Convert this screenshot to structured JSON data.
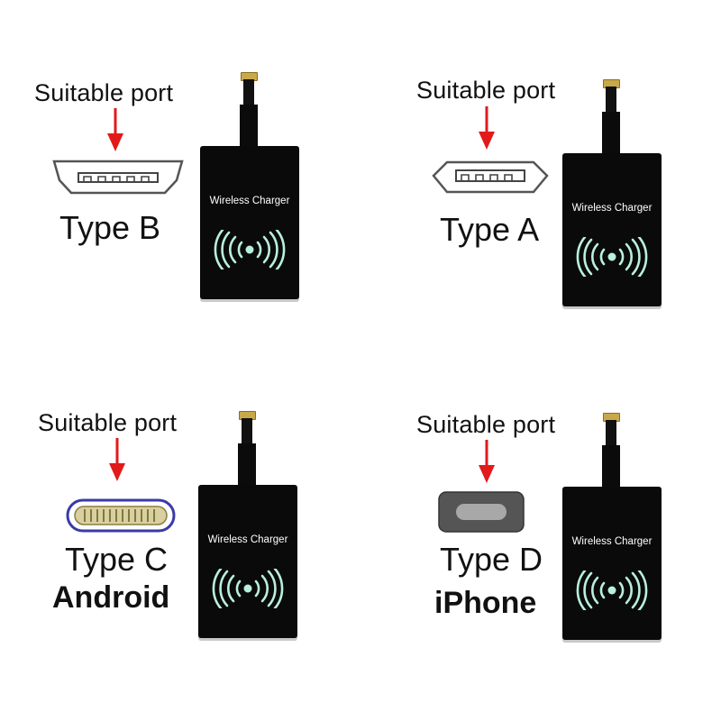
{
  "panels": [
    {
      "suitable_port": "Suitable port",
      "type_label": "Type B",
      "sub_label": "",
      "charger_label": "Wireless Charger",
      "port_icon": "micro-usb-port-icon"
    },
    {
      "suitable_port": "Suitable port",
      "type_label": "Type A",
      "sub_label": "",
      "charger_label": "Wireless Charger",
      "port_icon": "micro-usb-port-icon"
    },
    {
      "suitable_port": "Suitable port",
      "type_label": "Type C",
      "sub_label": "Android",
      "charger_label": "Wireless Charger",
      "port_icon": "usb-c-port-icon"
    },
    {
      "suitable_port": "Suitable port",
      "type_label": "Type D",
      "sub_label": "iPhone",
      "charger_label": "Wireless Charger",
      "port_icon": "lightning-port-icon"
    }
  ],
  "colors": {
    "arrow": "#e21a1a",
    "charger_body": "#0a0a0a",
    "wave": "#b9f0dc",
    "contact_gold": "#c9a84a",
    "usb_c_outline": "#3a3aa8",
    "lightning_body": "#555555"
  }
}
